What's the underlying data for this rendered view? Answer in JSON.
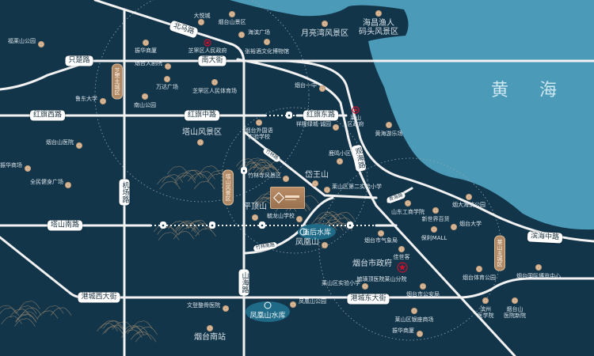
{
  "map": {
    "sea_label": "黄 海",
    "colors": {
      "land": "#12354a",
      "sea": "#4a9ab8",
      "road": "#f2f2f2",
      "poi": "#c9a27e",
      "government": "#c8102e",
      "district": "#b08a66",
      "lake": "#1f6a87"
    },
    "roads": [
      "北马路",
      "只楚路",
      "南大街",
      "红旗西路",
      "红旗中路",
      "红旗东路",
      "机场路",
      "塔山南路",
      "山海路",
      "港城西大街",
      "港城东大街",
      "观海路",
      "滨海中路",
      "青海路",
      "竹林路",
      "竹林南路"
    ],
    "districts": [
      "芝罘主城区",
      "莱山主城区",
      "塔山风景区"
    ],
    "lakes": [
      "庙后水库",
      "凤凰山水库"
    ],
    "pois": [
      {
        "name": "大悦城",
        "icon": "poi-icon"
      },
      {
        "name": "烟台山景区",
        "icon": "poi-icon"
      },
      {
        "name": "海滨广场",
        "icon": "poi-icon"
      },
      {
        "name": "张裕酒文化博物馆",
        "icon": "poi-icon"
      },
      {
        "name": "振华商厦",
        "icon": "poi-icon"
      },
      {
        "name": "芝罘区人民政府",
        "icon": "government-icon"
      },
      {
        "name": "烟台大剧院",
        "icon": "poi-icon"
      },
      {
        "name": "万达广场",
        "icon": "poi-icon"
      },
      {
        "name": "芝罘区人民体育场",
        "icon": "poi-icon"
      },
      {
        "name": "南山公园",
        "icon": "poi-icon"
      },
      {
        "name": "鲁东大学",
        "icon": "poi-icon"
      },
      {
        "name": "福莱山公园",
        "icon": "poi-icon"
      },
      {
        "name": "烟台山医院",
        "icon": "poi-icon"
      },
      {
        "name": "振华商场",
        "icon": "poi-icon"
      },
      {
        "name": "全民健身广场",
        "icon": "poi-icon"
      },
      {
        "name": "塔山风景区",
        "icon": "poi-icon"
      },
      {
        "name": "烟台外国语\n实验学校",
        "icon": "poi-icon"
      },
      {
        "name": "烟台一中",
        "icon": "poi-icon"
      },
      {
        "name": "莱山\n区政府",
        "icon": "government-icon"
      },
      {
        "name": "祥隆绿城·诚园",
        "icon": "poi-icon"
      },
      {
        "name": "黄海游乐场",
        "icon": "poi-icon"
      },
      {
        "name": "鹿鸣小区",
        "icon": "poi-icon"
      },
      {
        "name": "岱王山",
        "icon": "poi-icon"
      },
      {
        "name": "竹林寺风景区",
        "icon": "poi-icon"
      },
      {
        "name": "莱山区第二实验小学",
        "icon": "poi-icon"
      },
      {
        "name": "平顶山",
        "icon": "poi-icon"
      },
      {
        "name": "毓龙山学校",
        "icon": "poi-icon"
      },
      {
        "name": "凤凰山",
        "icon": "poi-icon"
      },
      {
        "name": "山东工商学院",
        "icon": "poi-icon"
      },
      {
        "name": "新世界百货",
        "icon": "poi-icon"
      },
      {
        "name": "烟大海滨公园",
        "icon": "poi-icon"
      },
      {
        "name": "烟台大学",
        "icon": "poi-icon"
      },
      {
        "name": "保利MALL",
        "icon": "poi-icon"
      },
      {
        "name": "烟台市气象局",
        "icon": "poi-icon"
      },
      {
        "name": "佳世客",
        "icon": "poi-icon"
      },
      {
        "name": "烟台市政府",
        "icon": "city-government-star-icon"
      },
      {
        "name": "毓璜顶医院莱山分院",
        "icon": "poi-icon"
      },
      {
        "name": "莱山区实验小学",
        "icon": "poi-icon"
      },
      {
        "name": "烟台市公安局",
        "icon": "poi-icon"
      },
      {
        "name": "烟台体育公园",
        "icon": "poi-icon"
      },
      {
        "name": "烟台国际博览中心",
        "icon": "poi-icon"
      },
      {
        "name": "滨州\n医学院",
        "icon": "poi-icon"
      },
      {
        "name": "烟台山\n医院新院",
        "icon": "poi-icon"
      },
      {
        "name": "莱山区银座商场",
        "icon": "poi-icon"
      },
      {
        "name": "振华商厦",
        "icon": "poi-icon"
      },
      {
        "name": "凤凰山公园",
        "icon": "poi-icon"
      },
      {
        "name": "文登整骨医院",
        "icon": "poi-icon"
      },
      {
        "name": "烟台南站",
        "icon": "poi-icon"
      },
      {
        "name": "月亮湾风景区",
        "icon": "poi-icon"
      },
      {
        "name": "海昌渔人\n码头风景区",
        "icon": "poi-icon"
      }
    ]
  }
}
